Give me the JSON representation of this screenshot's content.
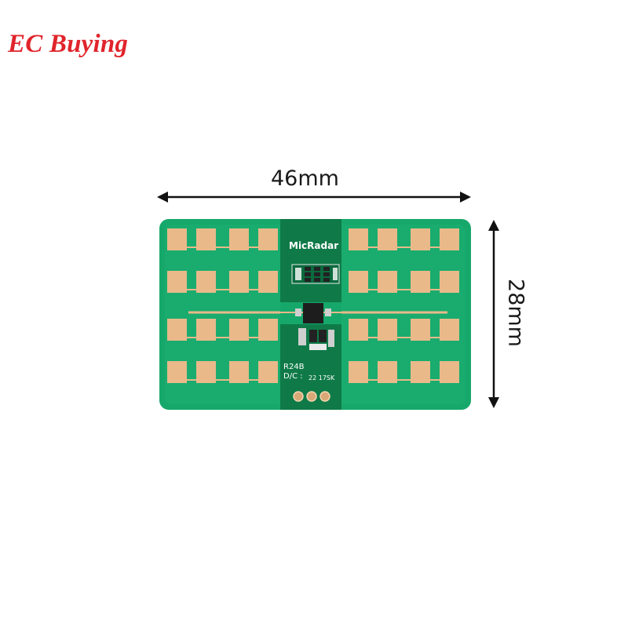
{
  "brand": {
    "text": "EC Buying",
    "color": "#e0242b"
  },
  "dimensions": {
    "width": "46mm",
    "height": "28mm"
  },
  "board": {
    "logo": "MicRadar",
    "model": "R24B",
    "dc_label": "D/C :",
    "dc_code": "22 17SK",
    "colors": {
      "pcb": "#16a86a",
      "pcb_dark": "#0d8f57",
      "pad": "#e9b98a",
      "module": "#0f7a48"
    }
  }
}
